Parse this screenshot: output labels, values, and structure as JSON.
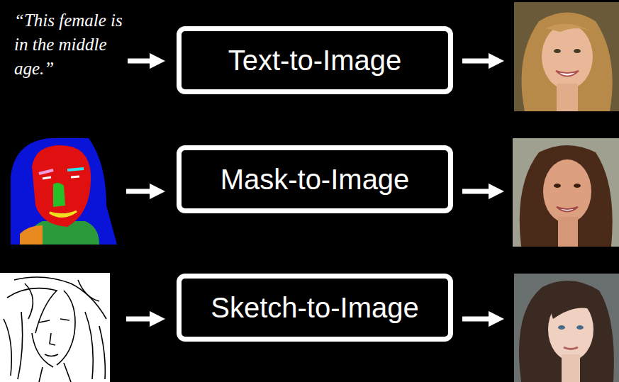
{
  "diagram": {
    "nodes": [
      {
        "text": [
          "Text-to-Image"
        ]
      },
      {
        "text": [
          "Mask-to-Image"
        ]
      },
      {
        "text": [
          "Sketch-to-Image"
        ]
      }
    ],
    "labels": [
      "“This female is in the middle age.”"
    ]
  }
}
